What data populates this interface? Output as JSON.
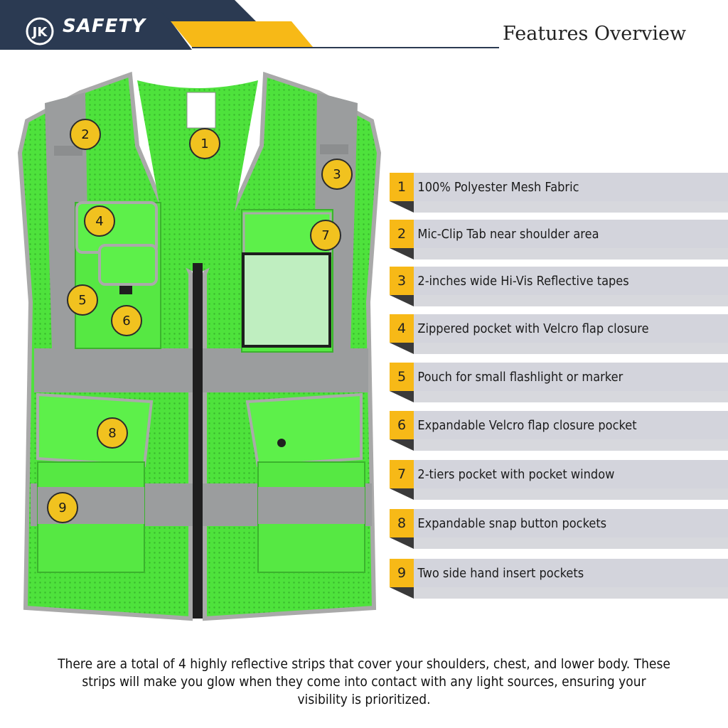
{
  "header": {
    "brand": "SAFETY",
    "logo_mark": "JK",
    "title": "Features Overview"
  },
  "colors": {
    "navy": "#2b3a52",
    "gold": "#f7b917",
    "row_bg": "#d3d4dc",
    "vest_green": "#4ce03a",
    "reflective_tape": "#9b9d9e"
  },
  "markers": [
    "1",
    "2",
    "3",
    "4",
    "5",
    "6",
    "7",
    "8",
    "9"
  ],
  "features": [
    {
      "num": "1",
      "label": "100% Polyester Mesh Fabric"
    },
    {
      "num": "2",
      "label": "Mic-Clip Tab near shoulder area"
    },
    {
      "num": "3",
      "label": "2-inches wide Hi-Vis Reflective tapes"
    },
    {
      "num": "4",
      "label": "Zippered pocket with Velcro flap closure"
    },
    {
      "num": "5",
      "label": "Pouch for small flashlight or marker"
    },
    {
      "num": "6",
      "label": "Expandable Velcro flap closure pocket"
    },
    {
      "num": "7",
      "label": "2-tiers pocket with pocket window"
    },
    {
      "num": "8",
      "label": "Expandable snap button pockets"
    },
    {
      "num": "9",
      "label": "Two side hand insert pockets"
    }
  ],
  "footer": {
    "text": "There are a total of 4 highly reflective strips that cover your shoulders, chest, and lower body. These strips will make you glow when they come into contact with any light sources, ensuring your visibility is prioritized."
  }
}
